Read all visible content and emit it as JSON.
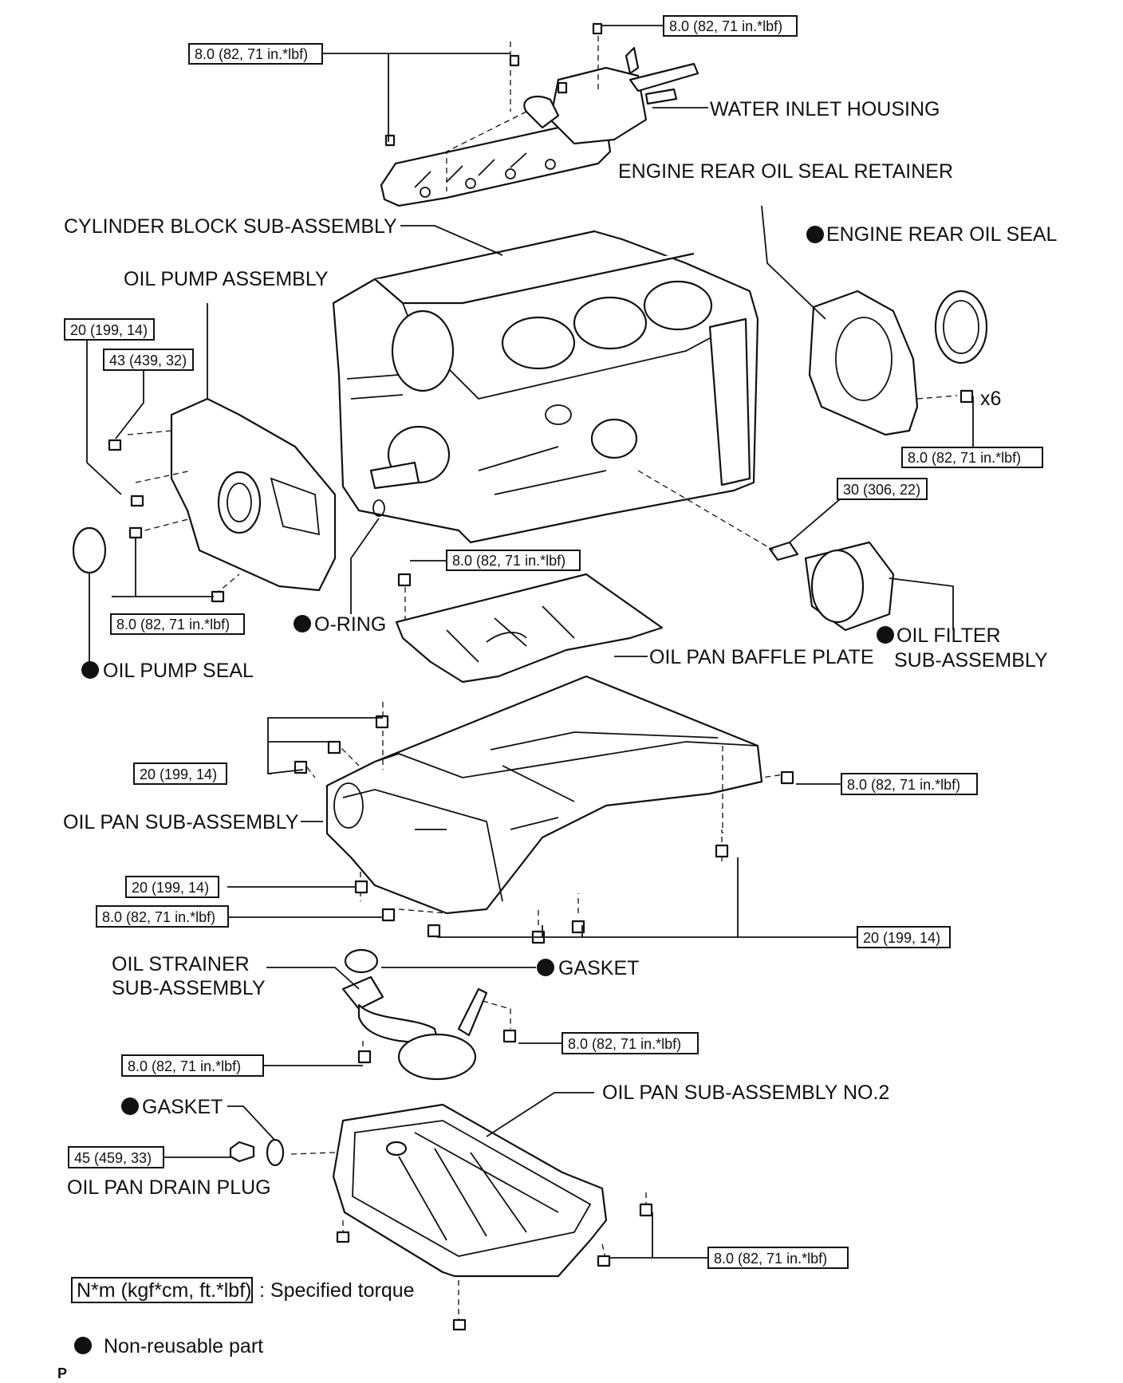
{
  "labels": {
    "water_inlet_housing": "WATER INLET HOUSING",
    "engine_rear_oil_seal_retainer": "ENGINE REAR OIL SEAL RETAINER",
    "engine_rear_oil_seal": "ENGINE REAR OIL SEAL",
    "cylinder_block": "CYLINDER BLOCK SUB-ASSEMBLY",
    "oil_pump_assembly": "OIL PUMP ASSEMBLY",
    "x6": "x6",
    "o_ring": "O-RING",
    "oil_filter_1": "OIL FILTER",
    "oil_filter_2": "SUB-ASSEMBLY",
    "oil_pan_baffle_plate": "OIL PAN BAFFLE PLATE",
    "oil_pump_seal": "OIL PUMP SEAL",
    "oil_pan_sub_assembly": "OIL PAN SUB-ASSEMBLY",
    "oil_strainer_1": "OIL STRAINER",
    "oil_strainer_2": "SUB-ASSEMBLY",
    "gasket_strainer": "GASKET",
    "oil_pan_no2": "OIL PAN SUB-ASSEMBLY NO.2",
    "gasket_drain": "GASKET",
    "oil_pan_drain_plug": "OIL PAN DRAIN PLUG",
    "legend_torque_box": "N*m (kgf*cm, ft.*lbf)",
    "legend_torque_text": ": Specified torque",
    "legend_nonreusable_text": "Non-reusable part",
    "corner_mark": "P"
  },
  "torque": {
    "t8": "8.0 (82, 71 in.*lbf)",
    "t20": "20 (199, 14)",
    "t43": "43 (439, 32)",
    "t30": "30 (306, 22)",
    "t45": "45 (459, 33)"
  }
}
